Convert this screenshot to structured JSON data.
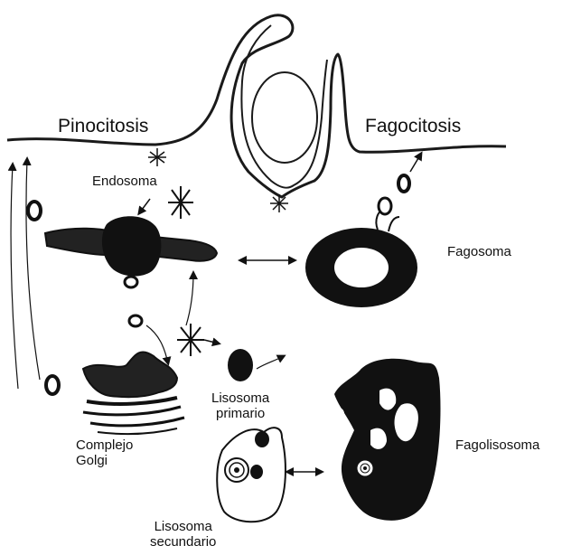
{
  "labels": {
    "pinocitosis": "Pinocitosis",
    "fagocitosis": "Fagocitosis",
    "endosoma": "Endosoma",
    "fagosoma": "Fagosoma",
    "lisosoma_primario": "Lisosoma\nprimario",
    "complejo_golgi": "Complejo\nGolgi",
    "fagolisosoma": "Fagolisosoma",
    "lisosoma_secundario": "Lisosoma\nsecundario"
  },
  "colors": {
    "stroke": "#1a1a1a",
    "fill_dark": "#111111",
    "background": "#ffffff"
  }
}
